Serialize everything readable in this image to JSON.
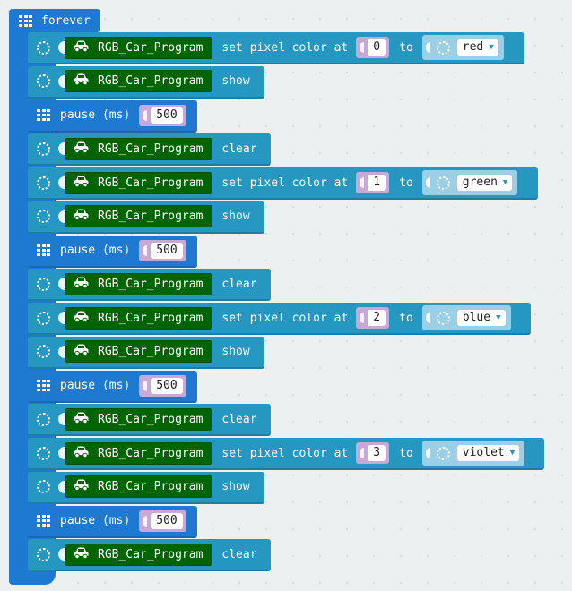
{
  "forever": {
    "label": "forever"
  },
  "blocks": [
    {
      "kind": "setpixel",
      "var": "RGB_Car_Program",
      "text": "set pixel color at",
      "index": "0",
      "to": "to",
      "color": "red"
    },
    {
      "kind": "show",
      "var": "RGB_Car_Program",
      "text": "show"
    },
    {
      "kind": "pause",
      "text": "pause (ms)",
      "value": "500"
    },
    {
      "kind": "clear",
      "var": "RGB_Car_Program",
      "text": "clear"
    },
    {
      "kind": "setpixel",
      "var": "RGB_Car_Program",
      "text": "set pixel color at",
      "index": "1",
      "to": "to",
      "color": "green"
    },
    {
      "kind": "show",
      "var": "RGB_Car_Program",
      "text": "show"
    },
    {
      "kind": "pause",
      "text": "pause (ms)",
      "value": "500"
    },
    {
      "kind": "clear",
      "var": "RGB_Car_Program",
      "text": "clear"
    },
    {
      "kind": "setpixel",
      "var": "RGB_Car_Program",
      "text": "set pixel color at",
      "index": "2",
      "to": "to",
      "color": "blue"
    },
    {
      "kind": "show",
      "var": "RGB_Car_Program",
      "text": "show"
    },
    {
      "kind": "pause",
      "text": "pause (ms)",
      "value": "500"
    },
    {
      "kind": "clear",
      "var": "RGB_Car_Program",
      "text": "clear"
    },
    {
      "kind": "setpixel",
      "var": "RGB_Car_Program",
      "text": "set pixel color at",
      "index": "3",
      "to": "to",
      "color": "violet"
    },
    {
      "kind": "show",
      "var": "RGB_Car_Program",
      "text": "show"
    },
    {
      "kind": "pause",
      "text": "pause (ms)",
      "value": "500"
    },
    {
      "kind": "clear",
      "var": "RGB_Car_Program",
      "text": "clear"
    }
  ],
  "icons": {
    "forever": "grid-icon",
    "neopixel": "spinner-icon",
    "variable": "car-icon",
    "pause": "grid-icon"
  },
  "colors": {
    "loops": "#1e7ad1",
    "neopixel": "#2597c1",
    "variable": "#006400",
    "number": "#c8a9d6",
    "color_field": "#9bcfe6"
  }
}
